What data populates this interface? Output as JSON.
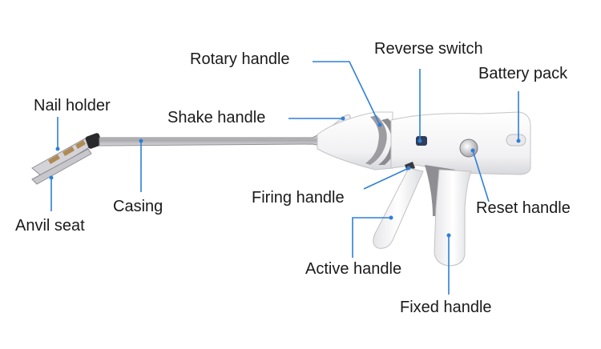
{
  "labels": {
    "nail_holder": "Nail holder",
    "anvil_seat": "Anvil seat",
    "casing": "Casing",
    "shake_handle": "Shake handle",
    "rotary_handle": "Rotary handle",
    "reverse_switch": "Reverse switch",
    "battery_pack": "Battery pack",
    "firing_handle": "Firing handle",
    "reset_handle": "Reset handle",
    "active_handle": "Active handle",
    "fixed_handle": "Fixed handle"
  },
  "colors": {
    "leader": "#2e7fd8",
    "body": "#f4f4f6",
    "body_shade": "#cfd0d4",
    "grip_gray": "#8a8a8e",
    "shaft": "#b9b9bd",
    "text": "#1a1a1a"
  }
}
